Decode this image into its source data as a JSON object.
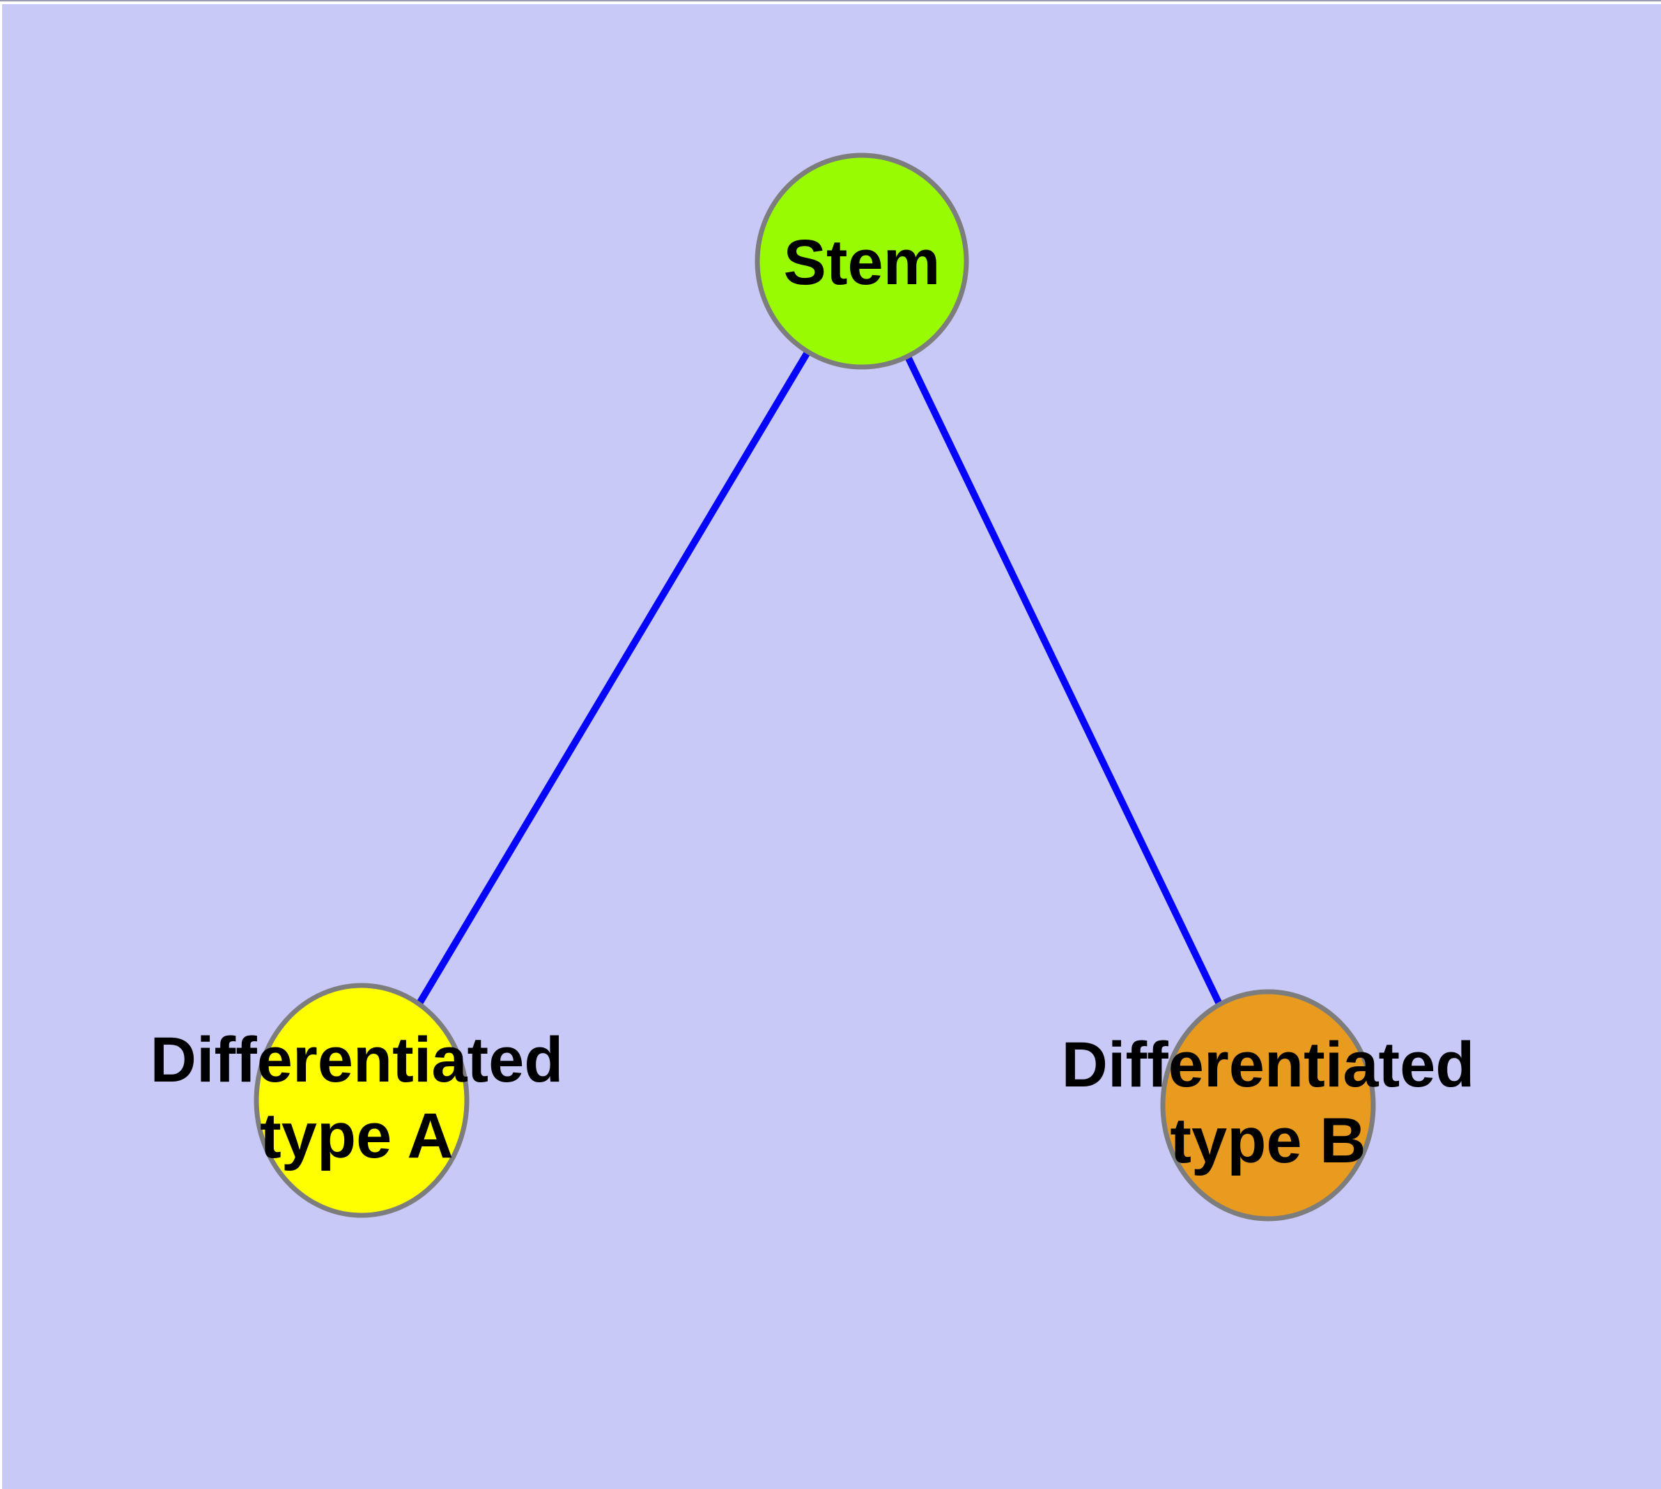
{
  "diagram": {
    "background_color": "#C9C9F7",
    "frame_color": "#FFFFFF",
    "top_hairline_color": "#9a9ab0",
    "edge_color": "#0505FB",
    "node_border_color": "#7D7D7D",
    "nodes": {
      "stem": {
        "label": "Stem",
        "fill": "#99FB02"
      },
      "type_a": {
        "label_line1": "Differentiated",
        "label_line2": "type A",
        "fill": "#FFFF00"
      },
      "type_b": {
        "label_line1": "Differentiated",
        "label_line2": "type B",
        "fill": "#E89B1E"
      }
    },
    "edges": [
      {
        "from": "stem",
        "to": "type_a"
      },
      {
        "from": "stem",
        "to": "type_b"
      }
    ]
  }
}
